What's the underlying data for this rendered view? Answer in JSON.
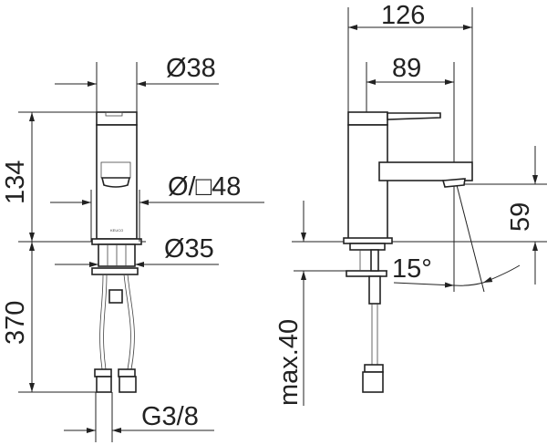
{
  "drawing": {
    "logo_text": "KEUCO",
    "front_view": {
      "dim_top_diameter": "Ø38",
      "dim_body": "Ø/□48",
      "dim_base_diameter": "Ø35",
      "dim_height": "134",
      "dim_hose_length": "370",
      "dim_thread": "G3/8"
    },
    "side_view": {
      "dim_total_depth": "126",
      "dim_spout_reach": "89",
      "dim_spout_height": "59",
      "dim_max_thickness": "max.40",
      "dim_angle": "15°"
    }
  }
}
